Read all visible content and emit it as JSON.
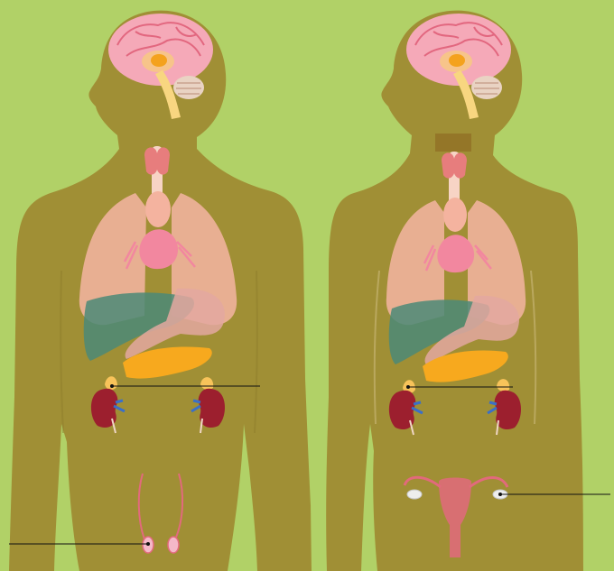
{
  "diagram": {
    "title": "",
    "figures": [
      {
        "name": "male-figure"
      },
      {
        "name": "female-figure"
      }
    ],
    "organs": [
      "brain",
      "pituitary-gland",
      "thyroid",
      "thymus",
      "lungs",
      "heart",
      "liver",
      "stomach",
      "pancreas",
      "adrenal-glands",
      "kidneys",
      "testes",
      "uterus",
      "ovaries"
    ],
    "pointer_targets": [
      "adrenal-gland-male",
      "testis-male",
      "adrenal-gland-female",
      "ovary-female"
    ],
    "labels": []
  },
  "colors": {
    "background": "#b1d167",
    "body": "#a08f35",
    "brain": "#f5a9b8",
    "brain_stroke": "#e2677f",
    "pituitary": "#f4a21d",
    "cerebellum": "#e9d3c3",
    "thyroid": "#e77d7d",
    "trachea": "#f7d4c5",
    "thymus": "#f4b39f",
    "lungs": "#f0b29c",
    "heart": "#f2879f",
    "liver": "#4b8a77",
    "stomach": "#e3a8a0",
    "pancreas": "#f7a91e",
    "adrenal": "#f8c35a",
    "kidney": "#9c1f2e",
    "ureter": "#f0d7c6",
    "vessel_blue": "#3b6fc7",
    "reproductive": "#e26a7c",
    "ovary": "#eeeeee",
    "pointer": "#111111"
  }
}
